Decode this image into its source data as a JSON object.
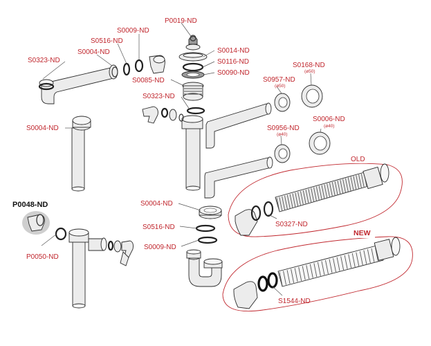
{
  "labels": {
    "p0019": "P0019-ND",
    "s0009_top": "S0009-ND",
    "s0516_top": "S0516-ND",
    "s0004_top": "S0004-ND",
    "s0323_left": "S0323-ND",
    "s0014": "S0014-ND",
    "s0116": "S0116-ND",
    "s0090": "S0090-ND",
    "s0085": "S0085-ND",
    "s0323_mid": "S0323-ND",
    "s0957": "S0957-ND",
    "s0957_dia": "(ø50)",
    "s0168": "S0168-ND",
    "s0168_dia": "(ø50)",
    "s0004_left": "S0004-ND",
    "s0956": "S0956-ND",
    "s0956_dia": "(ø40)",
    "s0006": "S0006-ND",
    "s0006_dia": "(ø40)",
    "p0048": "P0048-ND",
    "p0050": "P0050-ND",
    "s0004_mid": "S0004-ND",
    "s0516_mid": "S0516-ND",
    "s0009_mid": "S0009-ND",
    "s0327": "S0327-ND",
    "s1544": "S1544-ND"
  },
  "tags": {
    "old": "OLD",
    "new": "NEW"
  },
  "colors": {
    "label_red": "#c0262d",
    "outline": "#2b2b2b",
    "part_fill": "#ececec",
    "highlight_bg": "#cfcfcf"
  }
}
